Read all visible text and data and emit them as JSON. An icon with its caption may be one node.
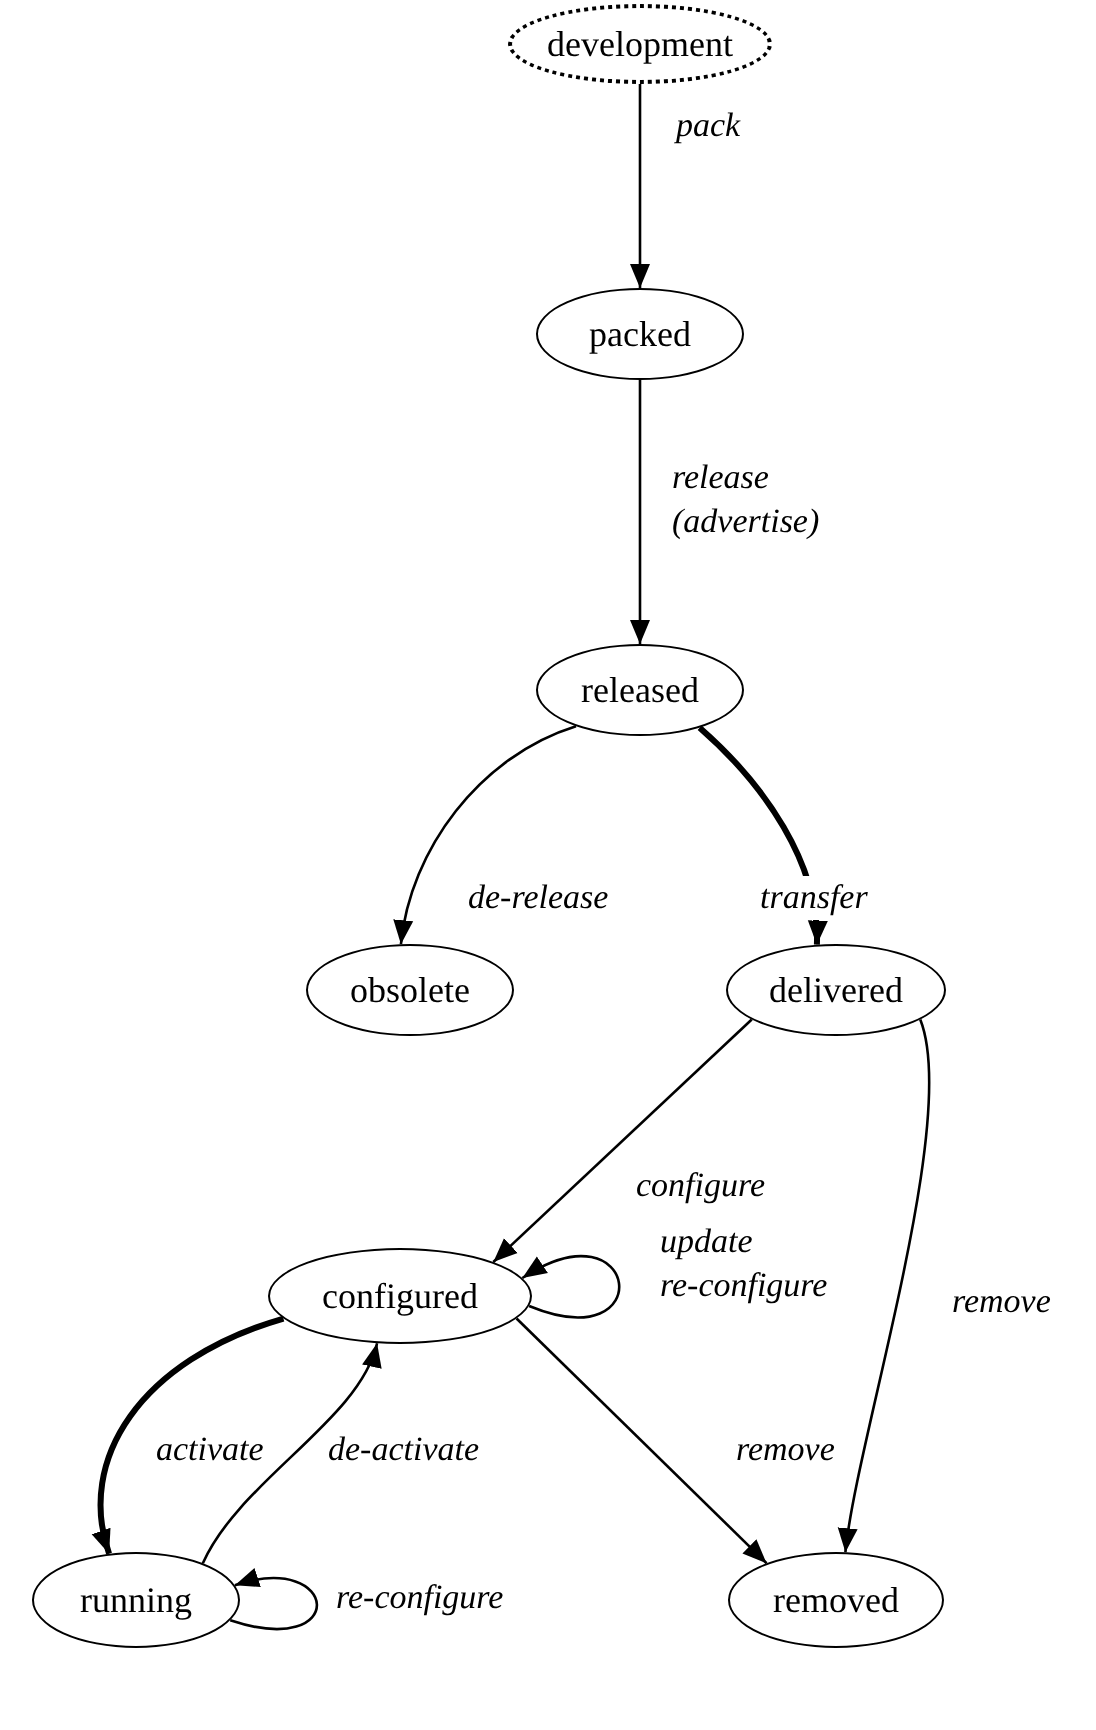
{
  "diagram": {
    "nodes": [
      {
        "text": [
          "development"
        ]
      },
      {
        "text": [
          "packed"
        ]
      },
      {
        "text": [
          "released"
        ]
      },
      {
        "text": [
          "obsolete"
        ]
      },
      {
        "text": [
          "delivered"
        ]
      },
      {
        "text": [
          "configured"
        ]
      },
      {
        "text": [
          "removed"
        ]
      },
      {
        "text": [
          "running"
        ]
      }
    ],
    "edges": [
      {
        "from": 0,
        "to": 1,
        "arrow": "to",
        "label": "pack"
      },
      {
        "from": 1,
        "to": 2,
        "arrow": "to",
        "label": "release (advertise)"
      },
      {
        "from": 2,
        "to": 3,
        "arrow": "to",
        "label": "de-release"
      },
      {
        "from": 2,
        "to": 4,
        "arrow": "to",
        "label": "transfer",
        "style": "thick"
      },
      {
        "from": 4,
        "to": 5,
        "arrow": "to",
        "label": "configure"
      },
      {
        "from": 4,
        "to": 6,
        "arrow": "to",
        "label": "remove"
      },
      {
        "from": 5,
        "to": 5,
        "arrow": "to",
        "label": "update re-configure"
      },
      {
        "from": 5,
        "to": 7,
        "arrow": "to",
        "label": "activate",
        "style": "thick"
      },
      {
        "from": 7,
        "to": 5,
        "arrow": "to",
        "label": "de-activate"
      },
      {
        "from": 5,
        "to": 6,
        "arrow": "to",
        "label": "remove"
      },
      {
        "from": 7,
        "to": 7,
        "arrow": "to",
        "label": "re-configure"
      }
    ]
  }
}
